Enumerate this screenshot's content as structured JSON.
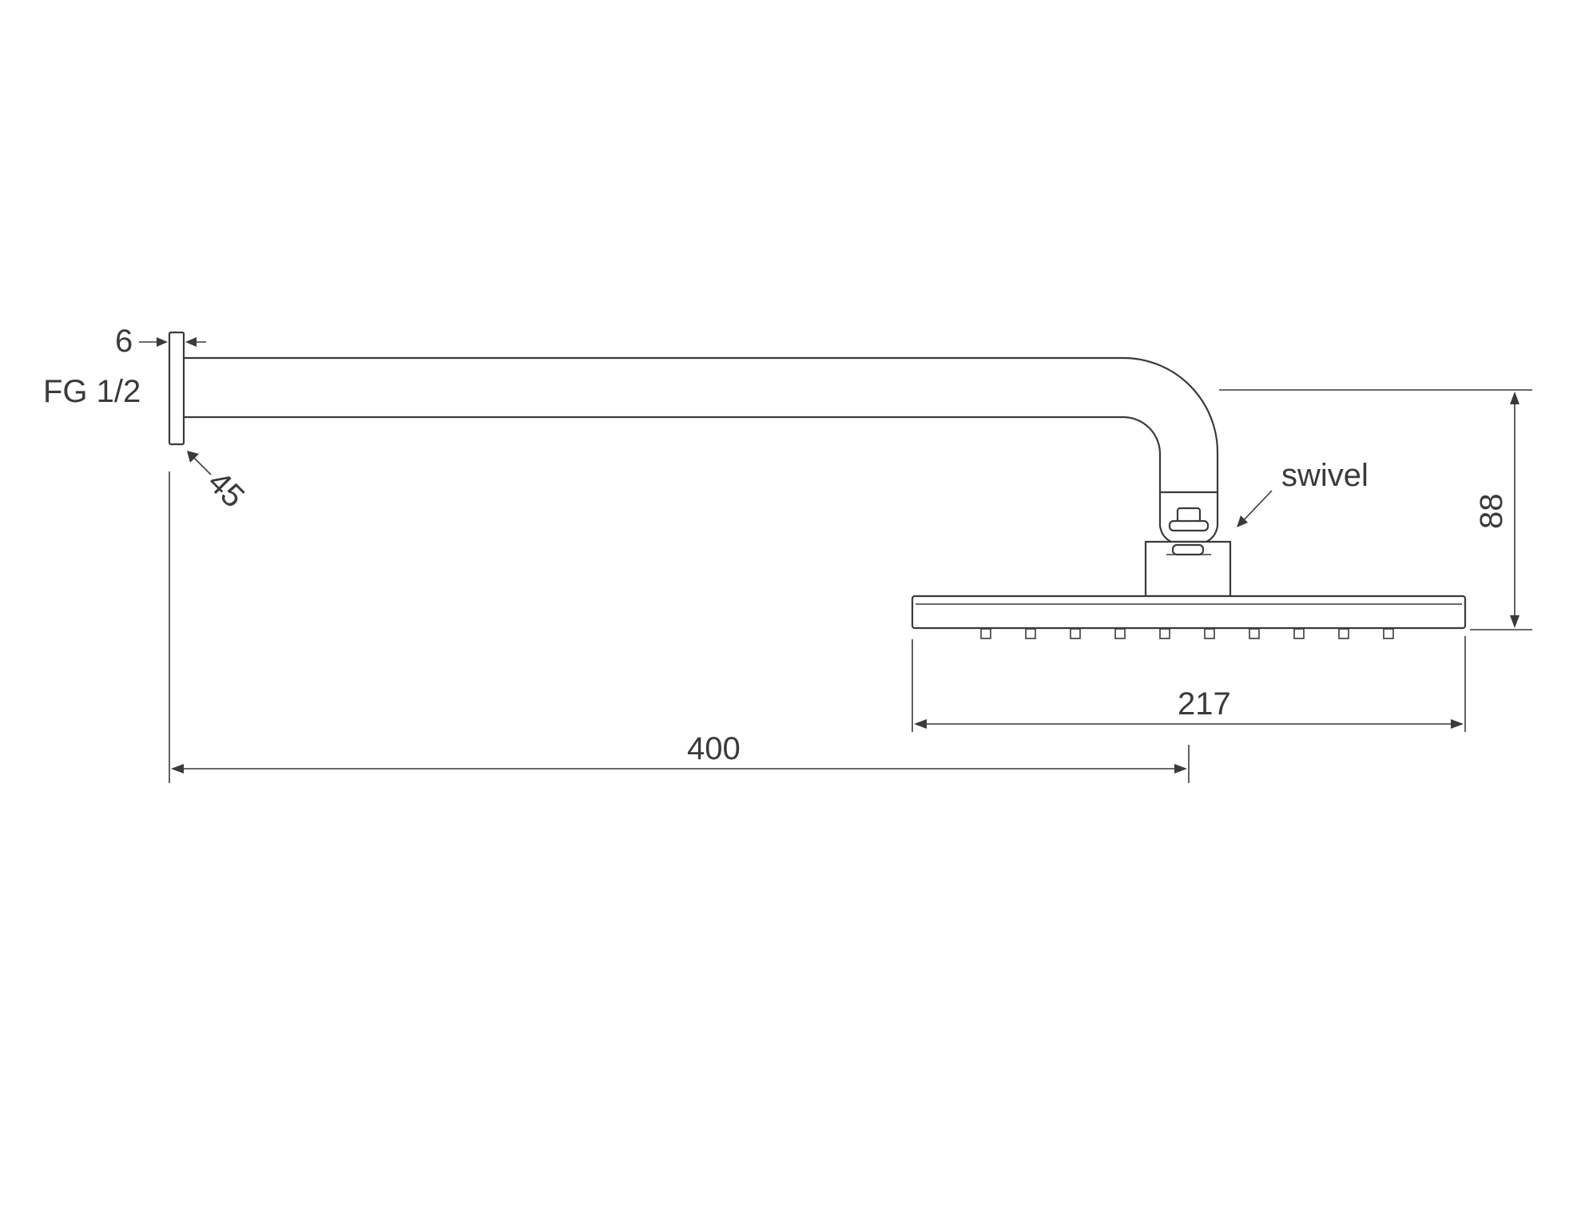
{
  "diagram": {
    "dimensions": {
      "flange_thickness": "6",
      "connection_thread": "FG 1/2",
      "flange_diameter": "45",
      "swivel_label": "swivel",
      "drop_height": "88",
      "head_width": "217",
      "arm_projection": "400"
    },
    "nozzle_count": 10,
    "line_color": "#3a3a3a",
    "background_color": "#ffffff"
  }
}
